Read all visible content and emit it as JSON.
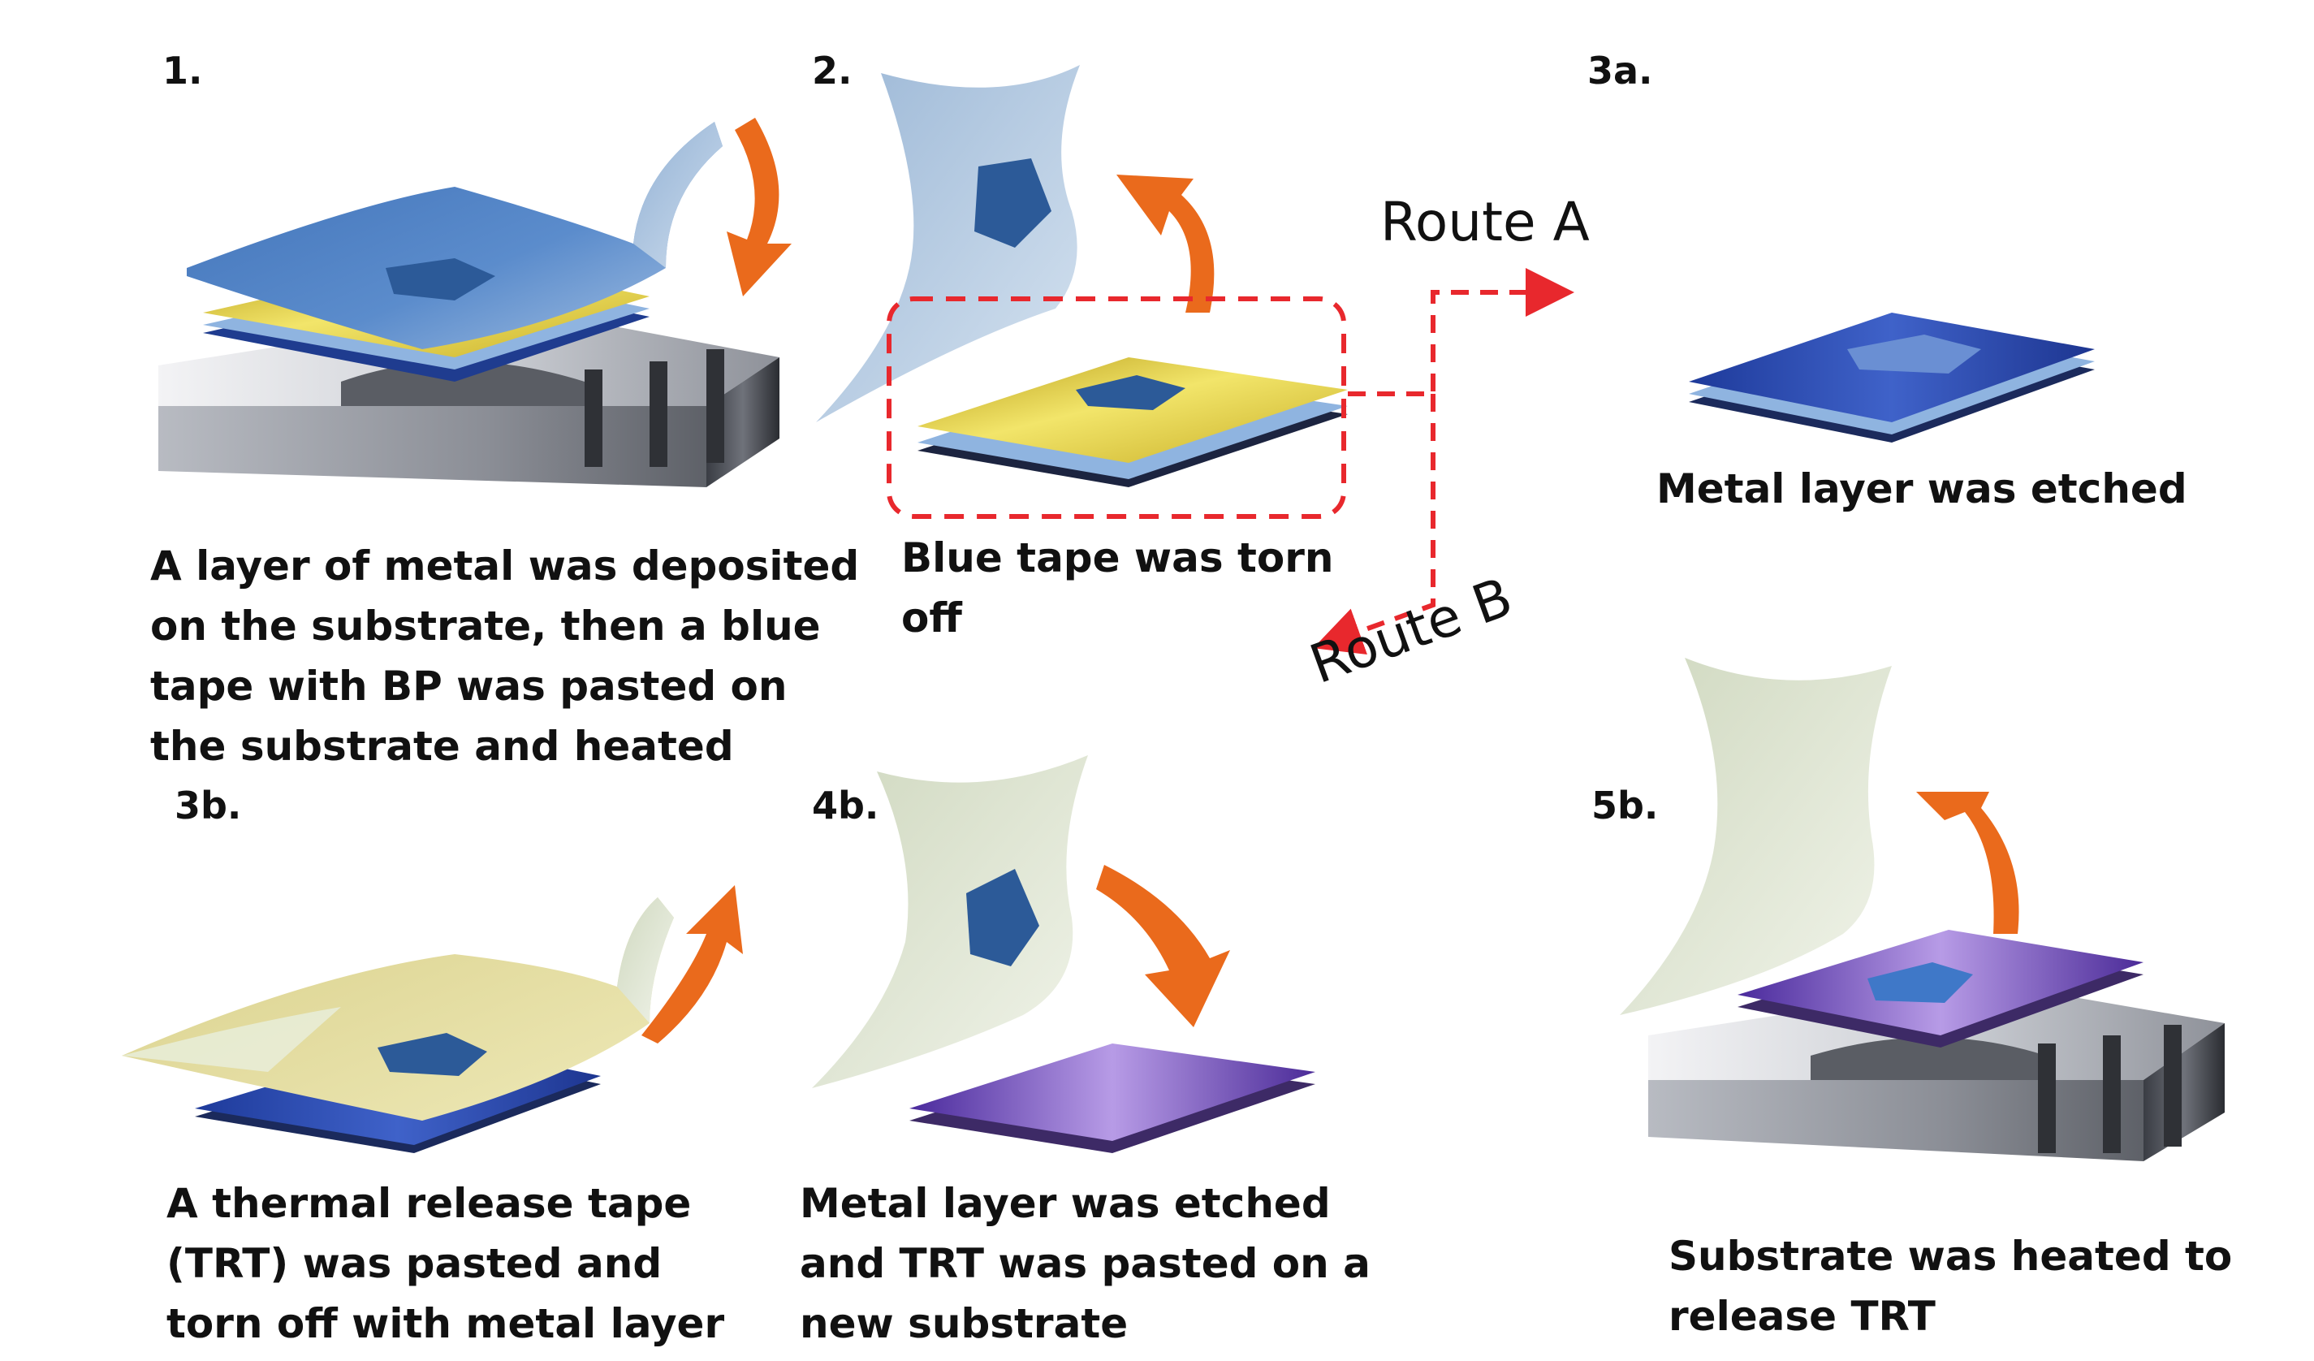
{
  "steps": {
    "s1": "1.",
    "s2": "2.",
    "s3a": "3a.",
    "s3b": "3b.",
    "s4b": "4b.",
    "s5b": "5b."
  },
  "captions": {
    "c1": "A layer of metal was deposited\non the substrate, then a blue\ntape with BP was pasted on\nthe substrate and heated",
    "c2": "Blue tape was torn\noff",
    "c3a": "Metal layer was etched",
    "c3b": "A thermal release tape\n(TRT) was pasted and\ntorn off with metal layer",
    "c4b": "Metal layer was etched\nand TRT was pasted on a\nnew substrate",
    "c5b": "Substrate  was heated to\nrelease TRT"
  },
  "routes": {
    "a": "Route A",
    "b": "Route B"
  },
  "colors": {
    "arrow": "#ea6a1c",
    "route_dash": "#e8282d",
    "blue_tape": "#4a7fbf",
    "metal": "#d8c23a",
    "substrate_blue": "#2f4fb0",
    "new_substrate": "#6a3fb0",
    "heater": "#8c8f97",
    "flake": "#2c5a98",
    "trt": "#dfe6d0"
  }
}
